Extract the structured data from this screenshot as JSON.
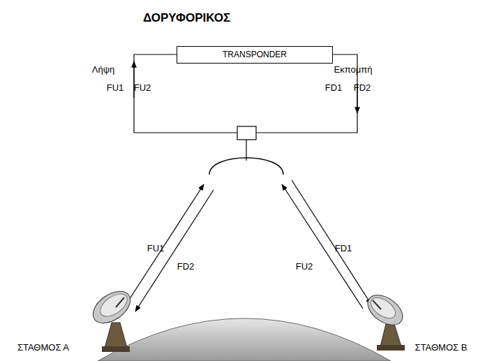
{
  "diagram": {
    "title": "ΔΟΡΥΦΟΡΙΚΟΣ",
    "nodes": [
      {
        "text": [
          "TRANSPONDER"
        ]
      }
    ],
    "labels": [
      "Λήψη",
      "FU1",
      "FU2",
      "FD1",
      "FD2",
      "Εκπομπή",
      "FU1",
      "FD2",
      "FU2",
      "FD1",
      "ΣΤΑΘΜΟΣ Α",
      "ΣΤΑΘΜΟΣ Β"
    ]
  }
}
